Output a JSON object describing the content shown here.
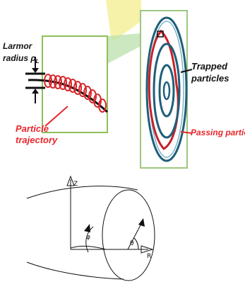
{
  "top_figure": {
    "larmor_label_line1": "Larmor",
    "larmor_label_line2": "radius ρ",
    "larmor_subscript": "L",
    "particle_traj_line1": "Particle",
    "particle_traj_line2": "trajectory",
    "trapped_line1": "Trapped",
    "trapped_line2": "particles",
    "passing_label": "Passing particles",
    "colors": {
      "helix_red": "#d9262b",
      "label_red": "#e8262c",
      "inset_bg": "#ffffff",
      "inset_border": "#8fbf5a",
      "green_fan": "#a6d49a",
      "yellow_fan": "#f5f09a",
      "orbit_teal": "#1f5f7a",
      "orbit_red": "#c8202a"
    }
  },
  "bottom_figure": {
    "axis_z": "Z",
    "axis_r": "R",
    "angle_phi": "φ",
    "angle_theta": "θ"
  }
}
